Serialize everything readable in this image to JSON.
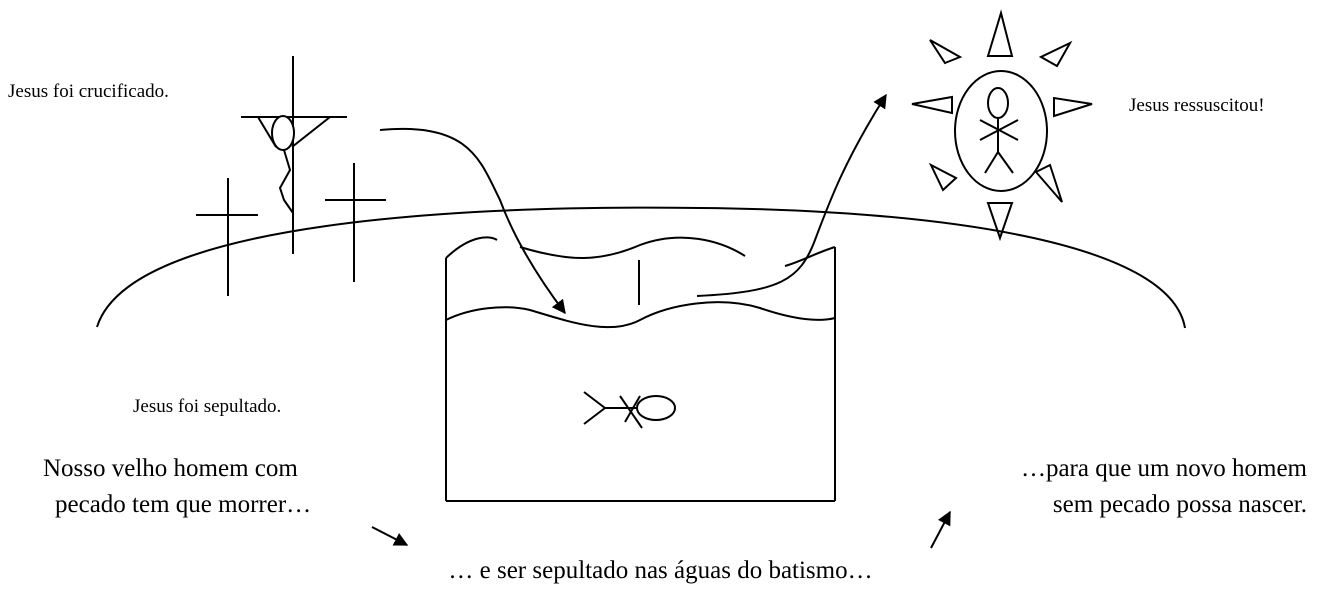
{
  "labels": {
    "crucified": "Jesus foi crucificado.",
    "risen": "Jesus ressuscitou!",
    "buried": "Jesus foi sepultado.",
    "old_man_line1": "Nosso velho homem com",
    "old_man_line2": "pecado tem que morrer…",
    "new_man_line1": "…para que um novo homem",
    "new_man_line2": "sem pecado possa nascer.",
    "baptism": "… e ser sepultado nas águas do batismo…"
  }
}
